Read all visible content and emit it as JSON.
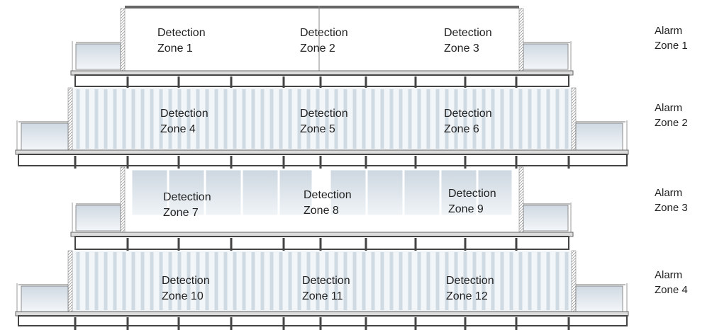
{
  "detection_zones": [
    "Detection\nZone 1",
    "Detection\nZone 2",
    "Detection\nZone 3",
    "Detection\nZone 4",
    "Detection\nZone 5",
    "Detection\nZone 6",
    "Detection\nZone 7",
    "Detection\nZone 8",
    "Detection\nZone 9",
    "Detection\nZone 10",
    "Detection\nZone 11",
    "Detection\nZone 12"
  ],
  "alarm_zones": [
    "Alarm\nZone 1",
    "Alarm\nZone 2",
    "Alarm\nZone 3",
    "Alarm\nZone 4"
  ],
  "colors": {
    "outline": "#555555",
    "hatch": "#9a9a9a",
    "glass": "#dfe6ec",
    "curtain": "#e8eef3",
    "curtain_line": "#c9d4dd",
    "slab": "#777777"
  }
}
